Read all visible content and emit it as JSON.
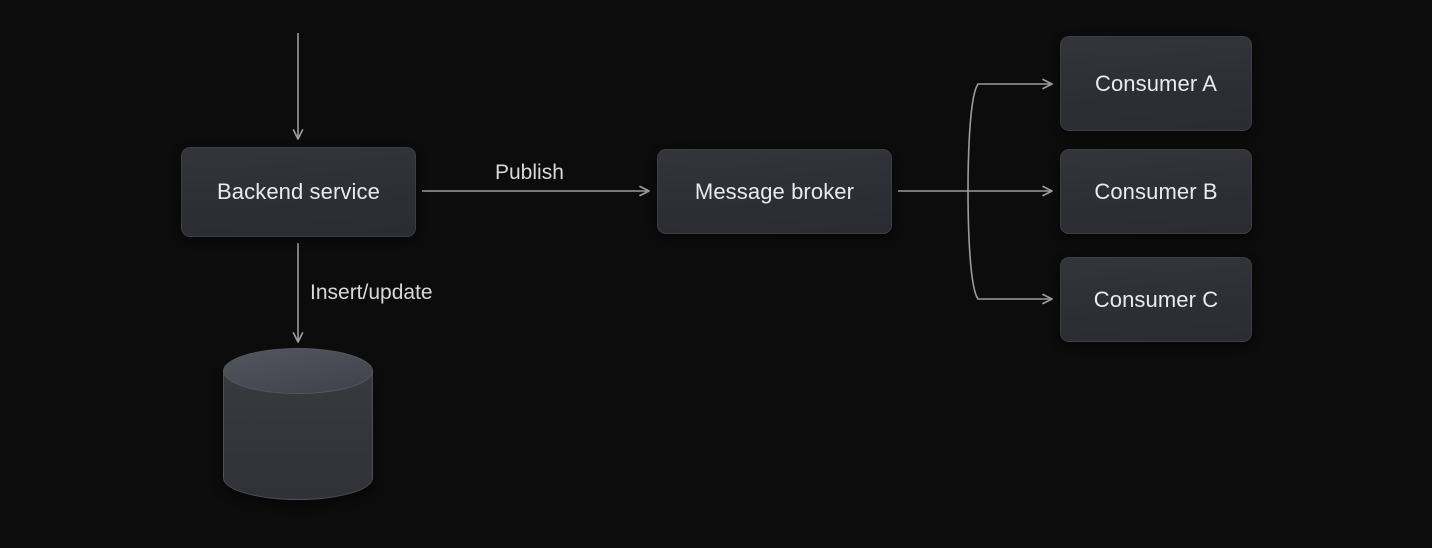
{
  "diagram": {
    "title": "Backend service publish / persist flow",
    "background_color": "#0c0c0d",
    "node_fill_color": "#2e3036",
    "node_border_color": "#3b3e44",
    "text_color": "#e9eaec",
    "connector_color": "#9a9c9f",
    "cylinder_top_color": "#4a4d54",
    "cylinder_body_color": "#34363b"
  },
  "nodes": {
    "backend": {
      "label": "Backend service"
    },
    "broker": {
      "label": "Message broker"
    },
    "consumer_a": {
      "label": "Consumer A"
    },
    "consumer_b": {
      "label": "Consumer B"
    },
    "consumer_c": {
      "label": "Consumer C"
    },
    "database": {
      "label": "",
      "shape": "cylinder"
    }
  },
  "edges": {
    "inbound_to_backend": {
      "label": "",
      "from": "external",
      "to": "backend",
      "direction": "down"
    },
    "backend_to_broker": {
      "label": "Publish",
      "from": "backend",
      "to": "broker",
      "direction": "right"
    },
    "backend_to_database": {
      "label": "Insert/update",
      "from": "backend",
      "to": "database",
      "direction": "down"
    },
    "broker_to_consumer_a": {
      "label": "",
      "from": "broker",
      "to": "consumer_a",
      "direction": "right"
    },
    "broker_to_consumer_b": {
      "label": "",
      "from": "broker",
      "to": "consumer_b",
      "direction": "right"
    },
    "broker_to_consumer_c": {
      "label": "",
      "from": "broker",
      "to": "consumer_c",
      "direction": "right"
    }
  }
}
